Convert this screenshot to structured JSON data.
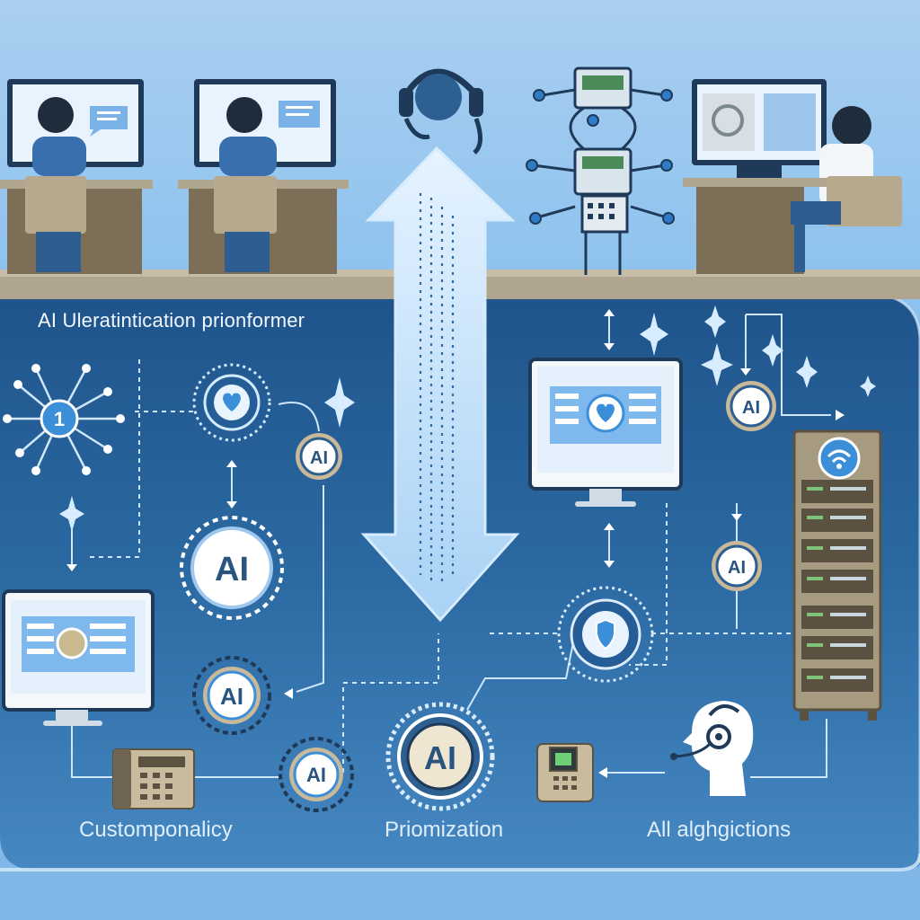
{
  "labels": {
    "title": "AI Uleratintication prionformer",
    "bottom_left": "Customponalicy",
    "bottom_center": "Priomization",
    "bottom_right": "All alghgictions"
  },
  "badges": {
    "ai_text": "AI",
    "number_text": "1"
  },
  "colors": {
    "sky": "#a9cff0",
    "panel": "#2f6ea3",
    "panel_dark": "#1d4f82",
    "desk": "#9a8b72",
    "accent": "#3b8fd8",
    "node_ring": "#2d5f91"
  }
}
